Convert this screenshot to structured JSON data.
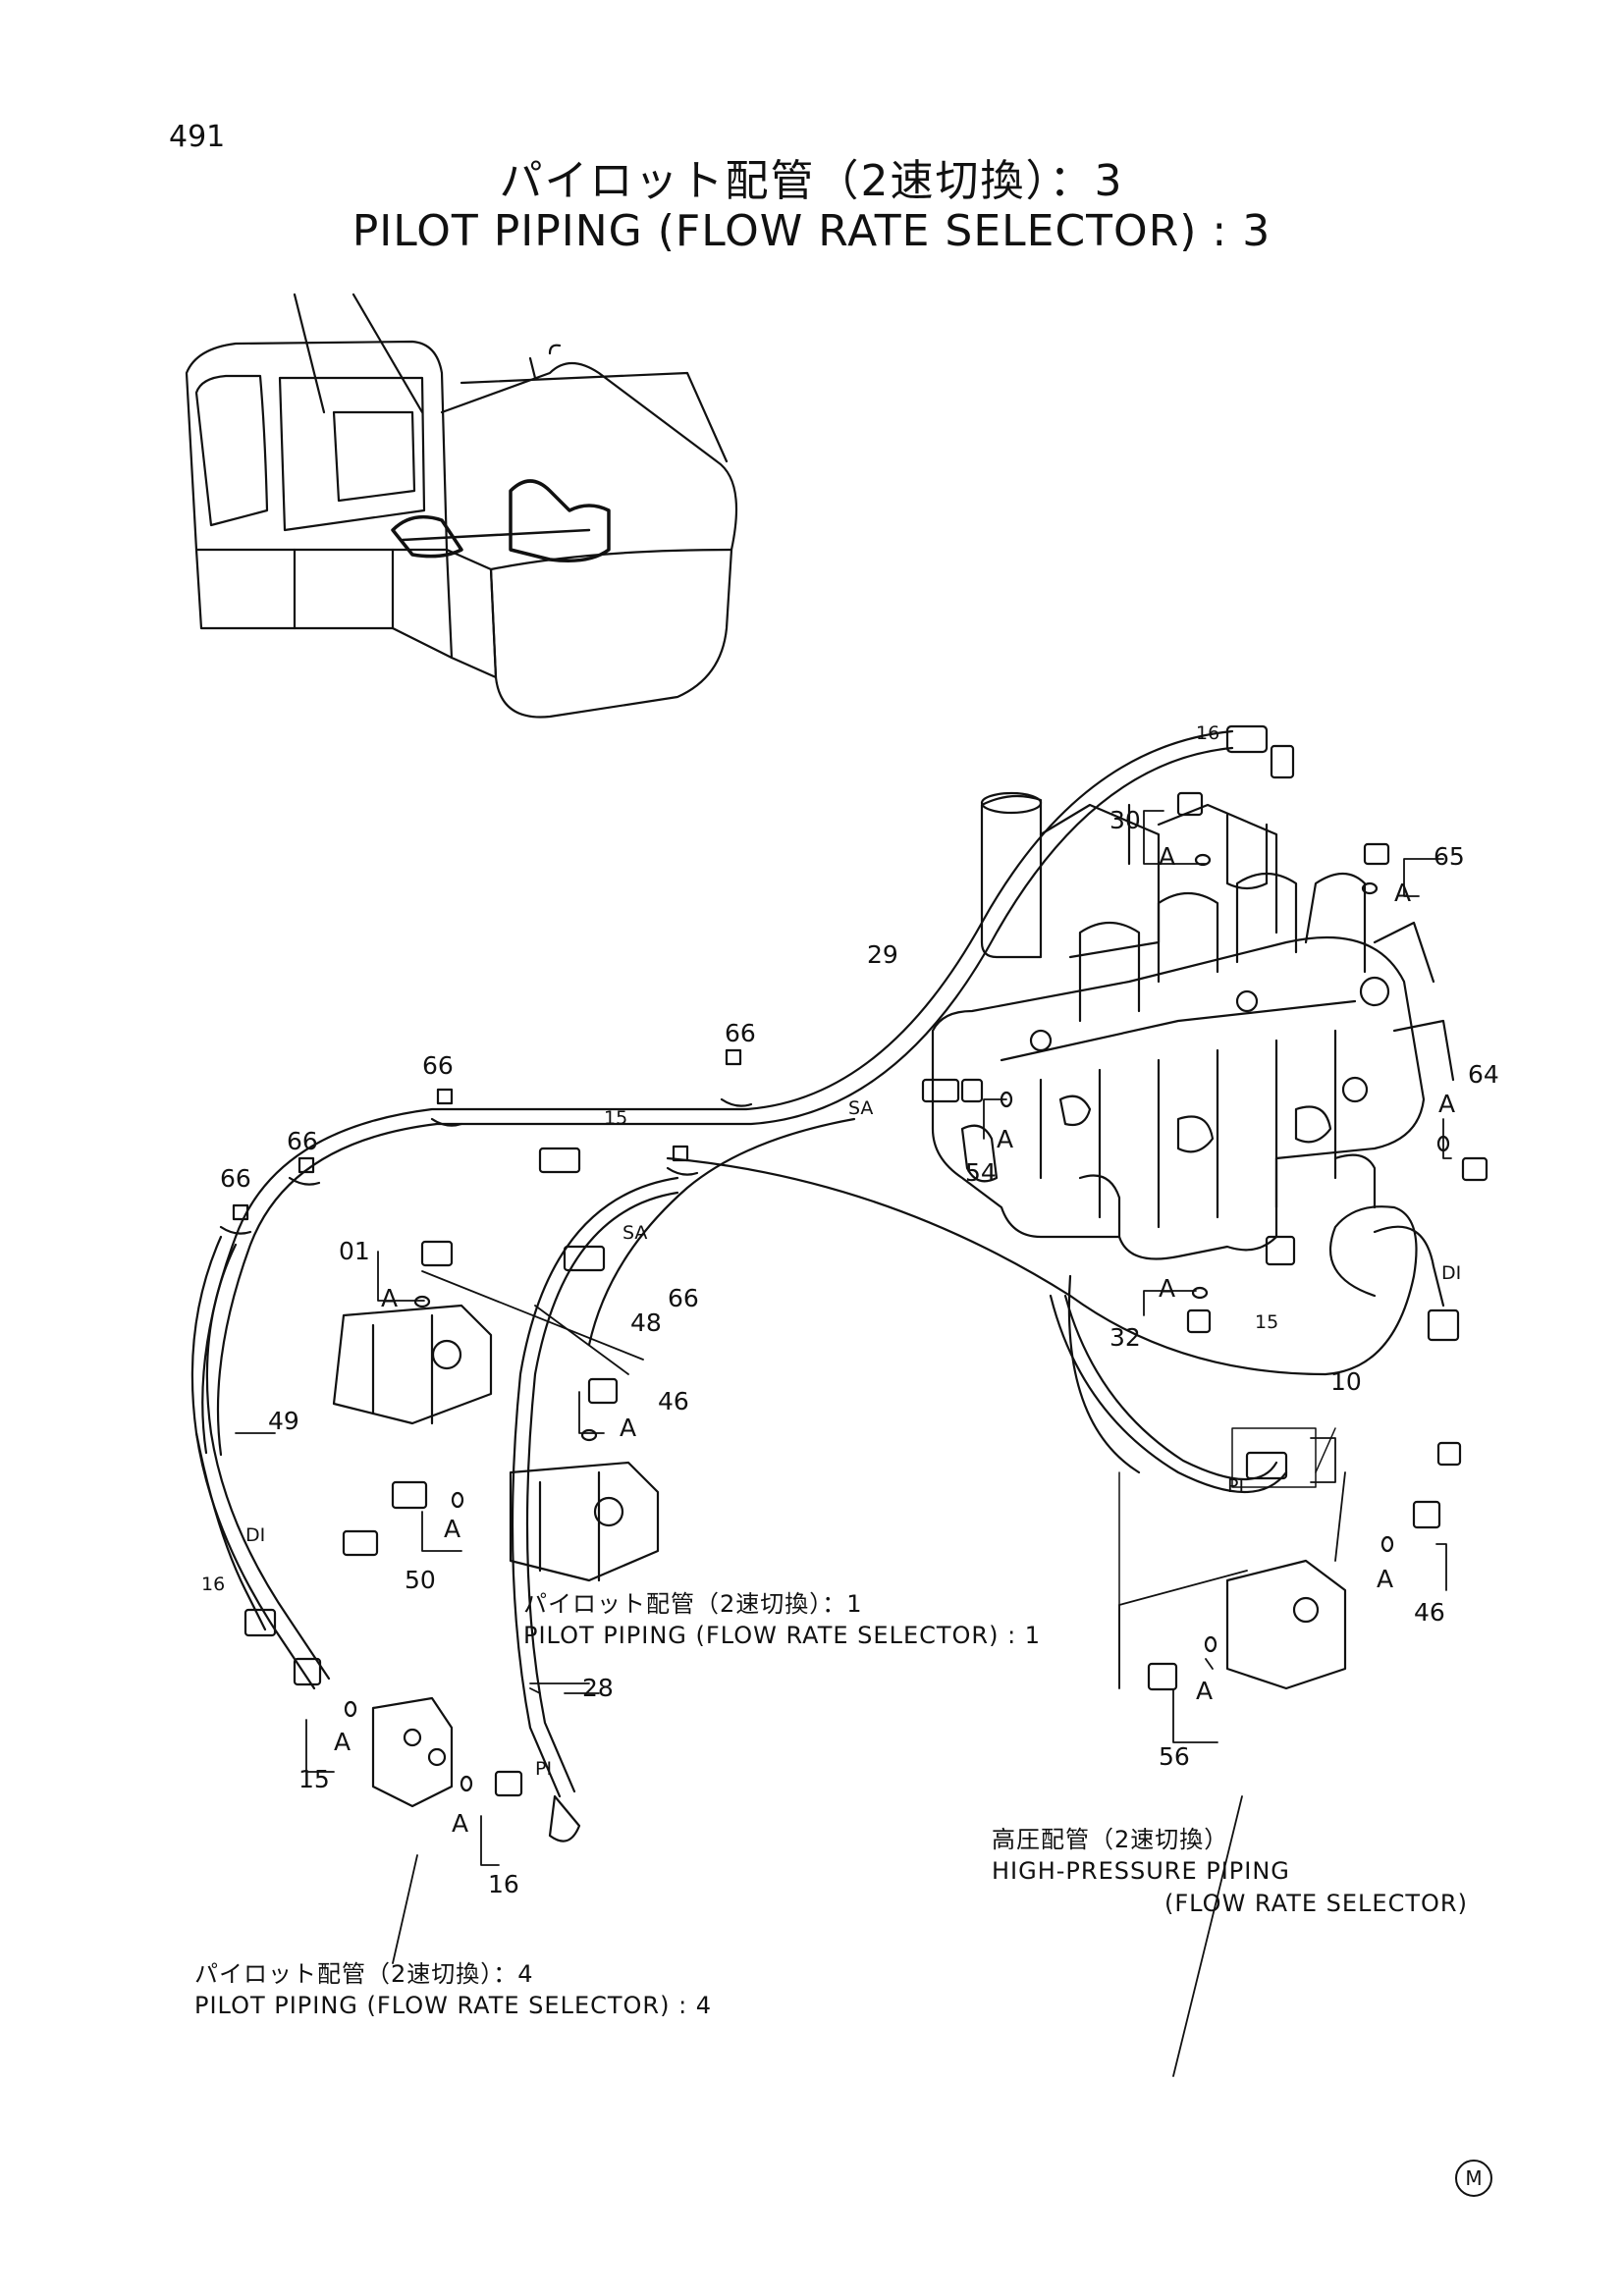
{
  "page_number": "491",
  "title": {
    "jp": "パイロット配管（2速切換）：3",
    "en": "PILOT PIPING (FLOW RATE SELECTOR) : 3"
  },
  "labels": {
    "l16a": "16",
    "l30": "30",
    "lA1": "A",
    "lA2": "A",
    "l65": "65",
    "l29": "29",
    "l66a": "66",
    "l66b": "66",
    "l66c": "66",
    "l66d": "66",
    "l66e": "66",
    "l15a": "15",
    "lSA1": "SA",
    "lSA2": "SA",
    "lA3": "A",
    "l54": "54",
    "lA4": "A",
    "l64": "64",
    "l01": "01",
    "lA5": "A",
    "l48": "48",
    "lA6": "A",
    "l32": "32",
    "l15b": "15",
    "lDI1": "DI",
    "l10": "10",
    "l46a": "46",
    "lA7": "A",
    "l49": "49",
    "lDI2": "DI",
    "lA8": "A",
    "l50": "50",
    "lPI1": "PI",
    "lA9": "A",
    "l46b": "46",
    "l16b": "16",
    "l28": "28",
    "lA10": "A",
    "l15c": "15",
    "lA11": "A",
    "l56": "56",
    "lPI2": "PI",
    "l16c": "16",
    "lA12": "A"
  },
  "references": {
    "ref1_jp": "パイロット配管（2速切換）：1",
    "ref1_en": "PILOT PIPING (FLOW RATE SELECTOR) : 1",
    "ref2_jp": "高圧配管（2速切換）",
    "ref2_en1": "HIGH-PRESSURE PIPING",
    "ref2_en2": "(FLOW RATE SELECTOR)",
    "ref3_jp": "パイロット配管（2速切換）：4",
    "ref3_en": "PILOT PIPING (FLOW RATE SELECTOR) : 4"
  },
  "manual_mark": "M"
}
